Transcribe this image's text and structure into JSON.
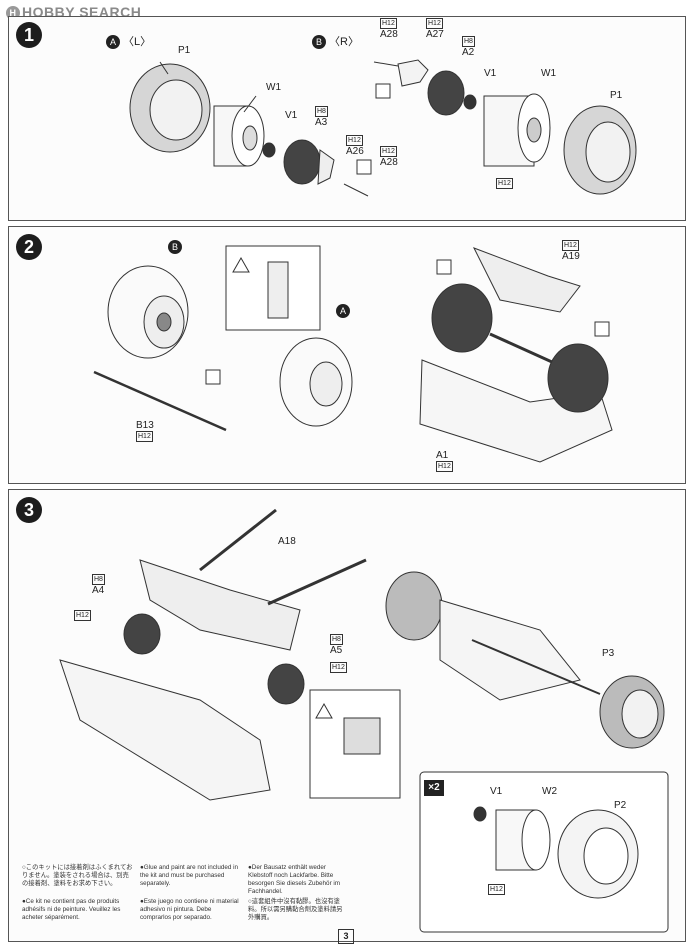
{
  "watermark": {
    "text": "HOBBY SEARCH"
  },
  "steps": [
    {
      "num": "1",
      "sides": [
        {
          "circle": "A",
          "text": "〈L〉"
        },
        {
          "circle": "B",
          "text": "〈R〉"
        }
      ],
      "labels": [
        "P1",
        "W1",
        "V1",
        "A3",
        "A26",
        "A28",
        "A28",
        "A27",
        "A2",
        "V1",
        "W1",
        "P1"
      ]
    },
    {
      "num": "2",
      "labels": [
        "B",
        "A",
        "B13",
        "A19",
        "A1"
      ]
    },
    {
      "num": "3",
      "labels": [
        "A18",
        "A4",
        "A5",
        "P3",
        "V1",
        "W2",
        "P2"
      ],
      "multiplier": "×2"
    }
  ],
  "notes": [
    {
      "lang": "ja",
      "text": "○このキットには接着剤はふくまれておりません。塗装をされる場合は、別売の接着剤、塗料をお求め下さい。"
    },
    {
      "lang": "en",
      "text": "●Glue and paint are not included in the kit and must be purchased separately."
    },
    {
      "lang": "de",
      "text": "●Der Bausatz enthält weder Klebstoff noch Lackfarbe. Bitte besorgen Sie diesels Zubehör im Fachhandel."
    },
    {
      "lang": "fr",
      "text": "●Ce kit ne contient pas de produits adhésifs ni de peinture. Veuillez les acheter séparément."
    },
    {
      "lang": "es",
      "text": "●Este juego no contiene ni material adhesivo ni pintura. Debe comprarlos por separado."
    },
    {
      "lang": "zh",
      "text": "○這套組件中沒有黏膠。也沒有塗料。所以需另購黏合劑及塗料請另外購買。"
    }
  ],
  "page": {
    "number": "3"
  },
  "marks": {
    "h12": "H12",
    "h8": "H8"
  }
}
